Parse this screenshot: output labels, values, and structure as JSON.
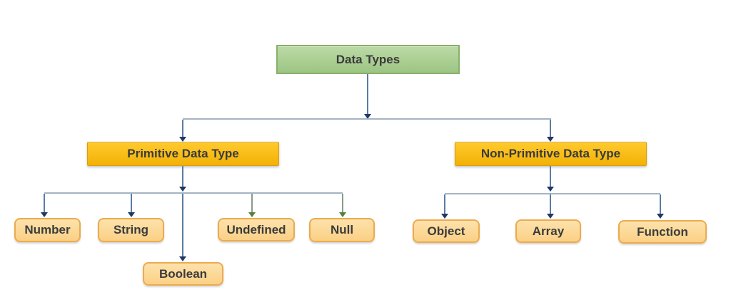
{
  "diagram": {
    "type": "tree",
    "title": "Data Types hierarchy",
    "nodes": {
      "root": {
        "label": "Data Types"
      },
      "primitive": {
        "label": "Primitive Data Type"
      },
      "non_primitive": {
        "label": "Non-Primitive Data Type"
      },
      "number": {
        "label": "Number"
      },
      "string": {
        "label": "String"
      },
      "boolean": {
        "label": "Boolean"
      },
      "undefined": {
        "label": "Undefined"
      },
      "null": {
        "label": "Null"
      },
      "object": {
        "label": "Object"
      },
      "array": {
        "label": "Array"
      },
      "function": {
        "label": "Function"
      }
    },
    "edges": [
      [
        "Data Types",
        "Primitive Data Type"
      ],
      [
        "Data Types",
        "Non-Primitive Data Type"
      ],
      [
        "Primitive Data Type",
        "Number"
      ],
      [
        "Primitive Data Type",
        "String"
      ],
      [
        "Primitive Data Type",
        "Boolean"
      ],
      [
        "Primitive Data Type",
        "Undefined"
      ],
      [
        "Primitive Data Type",
        "Null"
      ],
      [
        "Non-Primitive Data Type",
        "Object"
      ],
      [
        "Non-Primitive Data Type",
        "Array"
      ],
      [
        "Non-Primitive Data Type",
        "Function"
      ]
    ]
  },
  "colors": {
    "root-fill-top": "#bcdaa6",
    "root-fill-bottom": "#9cc583",
    "root-border": "#88b06c",
    "category-fill-top": "#ffca2d",
    "category-fill-bottom": "#f2b106",
    "category-border": "#daa004",
    "leaf-fill-top": "#fde2ac",
    "leaf-fill-bottom": "#fbd085",
    "leaf-border": "#ecab4d",
    "connector-vertical": "#5b7ca3",
    "connector-horizontal": "#a4b4c2",
    "connector-green-line": "#879d87",
    "arrow-blue": "#1f3864",
    "arrow-green": "#538135",
    "label-text": "#3b3b3b"
  }
}
